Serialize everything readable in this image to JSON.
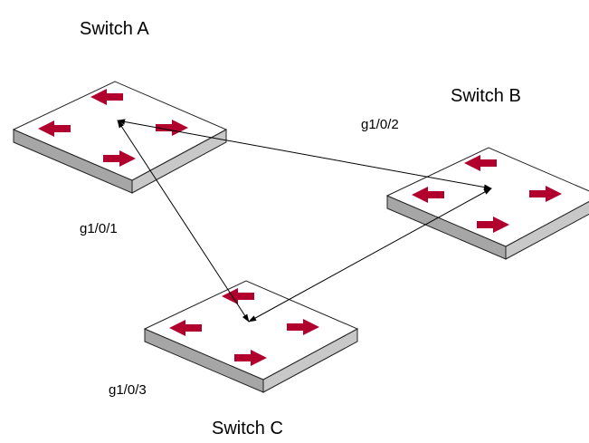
{
  "diagram": {
    "switches": [
      {
        "id": "a",
        "name": "Switch A"
      },
      {
        "id": "b",
        "name": "Switch B"
      },
      {
        "id": "c",
        "name": "Switch C"
      }
    ],
    "ports": [
      {
        "id": "p1",
        "label": "g1/0/1"
      },
      {
        "id": "p2",
        "label": "g1/0/2"
      },
      {
        "id": "p3",
        "label": "g1/0/3"
      }
    ],
    "links": [
      {
        "from": "a",
        "to": "b"
      },
      {
        "from": "a",
        "to": "c"
      },
      {
        "from": "c",
        "to": "b"
      }
    ]
  },
  "colors": {
    "arrow": "#b1002e",
    "switch_top": "#ffffff",
    "switch_side": "#b3b3b3",
    "switch_outline": "#222222",
    "link": "#000000",
    "background": "#ffffff"
  },
  "icons": {
    "switch": "network-switch-icon",
    "direction": "arrow-icon"
  }
}
